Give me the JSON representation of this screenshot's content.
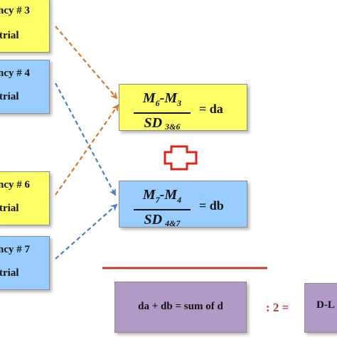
{
  "agencies": [
    {
      "title": "ncy # 3",
      "sub": "trial",
      "color": "yellow"
    },
    {
      "title": "ncy # 4",
      "sub": "trial",
      "color": "blue"
    },
    {
      "title": "ncy # 6",
      "sub": "trial",
      "color": "yellow"
    },
    {
      "title": "ncy # 7",
      "sub": "trial",
      "color": "blue"
    }
  ],
  "formula_a": {
    "num_left": "M",
    "num_left_sub": "6",
    "num_right": "M",
    "num_right_sub": "3",
    "den": "SD",
    "den_sub": "3&6",
    "result": "= da"
  },
  "formula_b": {
    "num_left": "M",
    "num_left_sub": "7",
    "num_right": "M",
    "num_right_sub": "4",
    "den": "SD",
    "den_sub": "4&7",
    "result": "= db"
  },
  "sum": {
    "text": "da + db = sum of d"
  },
  "divide": {
    "text": ": 2 ="
  },
  "result_box": {
    "text": "D-L"
  },
  "colors": {
    "yellow": "#ffff66",
    "blue": "#99ccff",
    "purple": "#b39ac6",
    "orange_arrow": "#d9782a",
    "blue_arrow": "#4a7fc1",
    "red": "#d9261c"
  }
}
